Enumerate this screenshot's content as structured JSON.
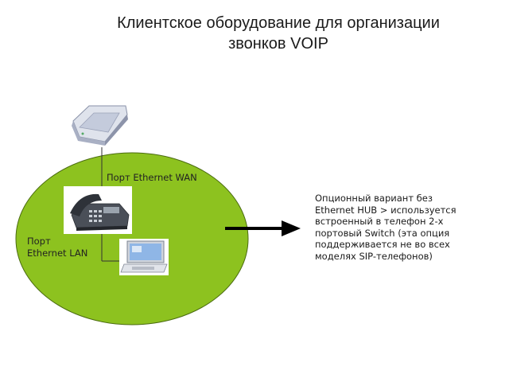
{
  "title": {
    "line1": "Клиентское оборудование для организации",
    "line2": "звонков VOIP"
  },
  "labels": {
    "wan_port": "Порт Ethernet WAN",
    "lan_port_line1": "Порт",
    "lan_port_line2": "Ethernet LAN"
  },
  "note": {
    "lines": [
      "Опционный вариант без",
      "Ethernet HUB > используется",
      "встроенный в телефон 2-х",
      "портовый Switch (эта опция",
      "поддерживается не во всех",
      "моделях SIP-телефонов)"
    ]
  },
  "devices": [
    "modem-icon",
    "ip-phone-icon",
    "laptop-icon"
  ],
  "colors": {
    "network_area": "#8dc21f",
    "network_area_stroke": "#4a6b10",
    "arrow": "#000000"
  }
}
